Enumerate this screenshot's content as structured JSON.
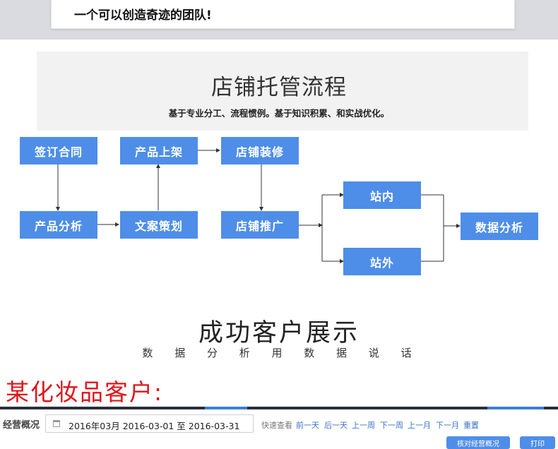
{
  "banner": {
    "slogan": "一个可以创造奇迹的团队!"
  },
  "header": {
    "title": "店铺托管流程",
    "subtitle": "基于专业分工、流程惯例。基于知识积累、和实战优化。"
  },
  "flow": {
    "boxes": [
      "签订合同",
      "产品上架",
      "店铺装修",
      "产品分析",
      "文案策划",
      "店铺推广",
      "站内",
      "站外",
      "数据分析"
    ],
    "colors": {
      "box": "#4e8ee8",
      "line": "#333333"
    }
  },
  "showcase": {
    "title": "成功客户展示",
    "subtitle": "数 据 分 析   用 数 据 说 话",
    "client_label": "某化妆品客户:"
  },
  "dashboard": {
    "label": "经营概况",
    "date_range": "2016年03月 2016-03-01 至 2016-03-31",
    "quick_label": "快速查看",
    "quick_links": [
      "前一天",
      "后一天",
      "上一周",
      "下一周",
      "上一月",
      "下一月",
      "重置"
    ],
    "button_1": "核对经营概况",
    "button_2": "打印"
  }
}
